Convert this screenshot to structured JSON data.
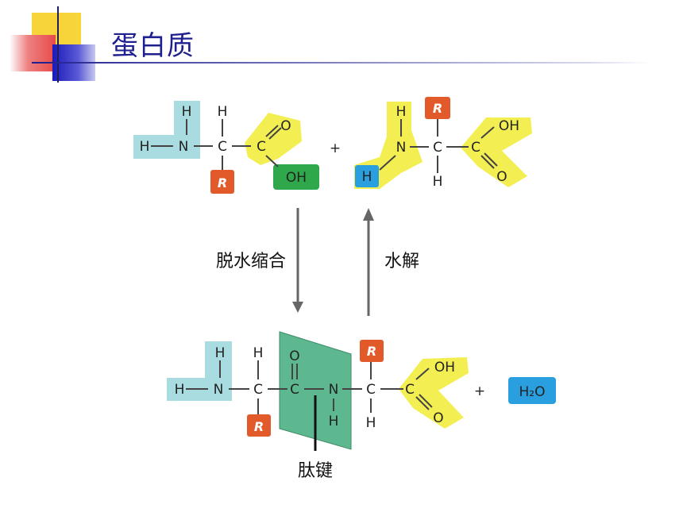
{
  "slide": {
    "title": "蛋白质"
  },
  "diagram": {
    "plus": "+",
    "dehydration_label": "脱水缩合",
    "hydrolysis_label": "水解",
    "peptide_bond_label": "肽键",
    "water": "H₂O",
    "atoms": {
      "h": "H",
      "n": "N",
      "c": "C",
      "o": "O",
      "oh": "OH",
      "r": "R"
    },
    "colors": {
      "amino": "#a8dce0",
      "carboxyl": "#f3ef52",
      "r_group": "#e35a2a",
      "hydroxyl": "#2ea84a",
      "hydrogen": "#2a9fe0",
      "water": "#2a9fe0",
      "peptide_plane": "#5db890",
      "arrow": "#666666"
    }
  }
}
